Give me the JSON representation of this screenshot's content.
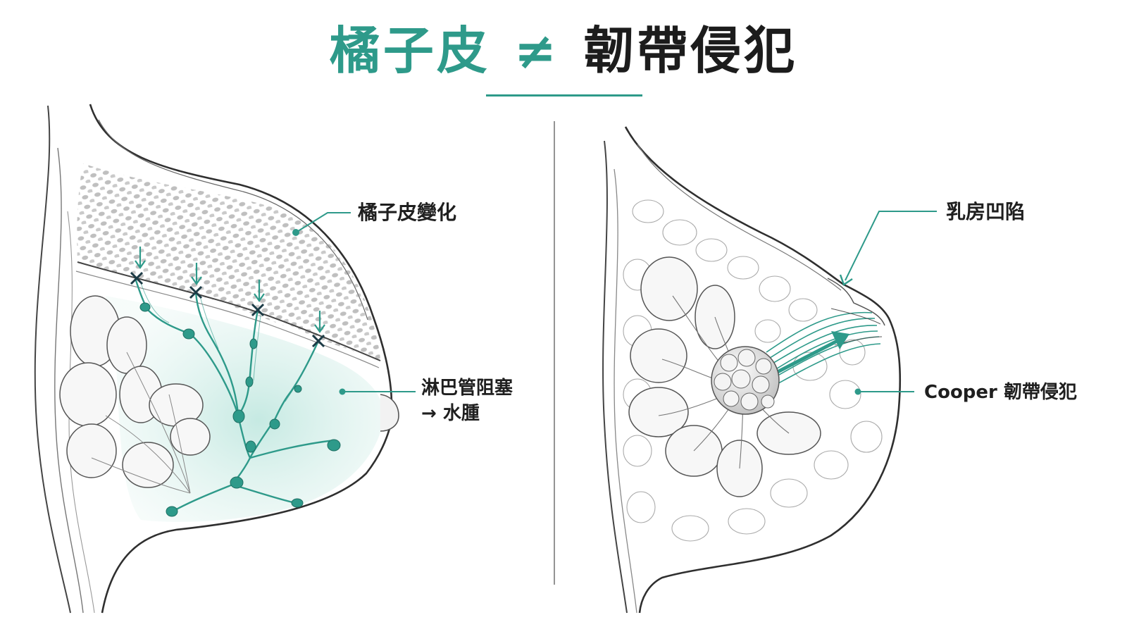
{
  "title": {
    "left": "橘子皮",
    "neq": "≠",
    "right": "韌帶侵犯"
  },
  "left_panel": {
    "callout_skin": "橘子皮變化",
    "callout_lymph_line1": "淋巴管阻塞",
    "callout_lymph_line2": "→ 水腫"
  },
  "right_panel": {
    "callout_dimple": "乳房凹陷",
    "callout_cooper": "Cooper 韌帶侵犯"
  },
  "colors": {
    "accent": "#2e9a8a",
    "dark": "#1c1c1c",
    "line": "#333333"
  },
  "icons": [
    "arrow-down-icon",
    "blocked-x-icon",
    "lymph-node-icon",
    "tumor-icon"
  ]
}
